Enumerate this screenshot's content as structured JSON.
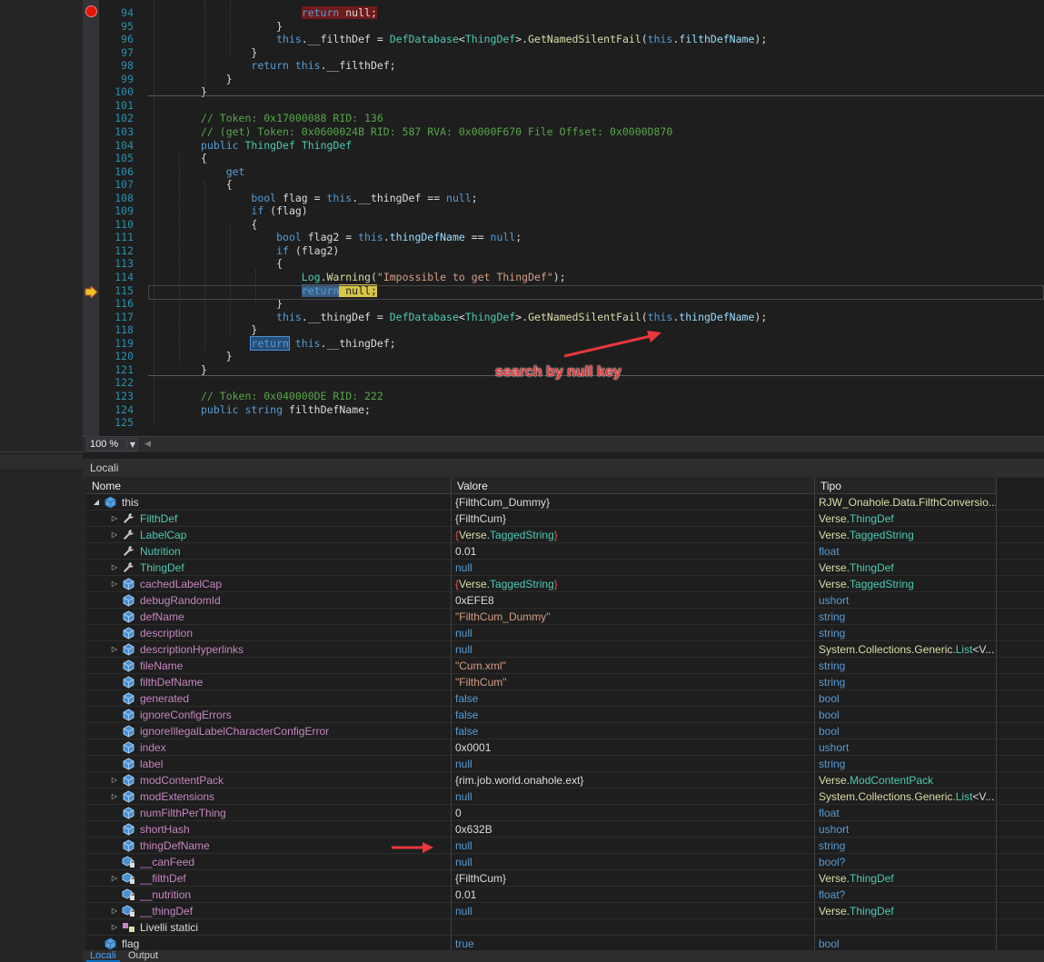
{
  "editor": {
    "zoom": "100 %",
    "lines": [
      {
        "n": "94",
        "html": "                <span class=\"hl-red\"><span class=\"kw\">return</span> null;</span>"
      },
      {
        "n": "95",
        "html": "            }"
      },
      {
        "n": "96",
        "html": "            <span class=\"kw\">this</span>.__filthDef = <span class=\"ty\">DefDatabase</span>&lt;<span class=\"ty\">ThingDef</span>&gt;.<span class=\"fn\">GetNamedSilentFail</span>(<span class=\"kw\">this</span>.<span class=\"pl\">filthDefName</span>);"
      },
      {
        "n": "97",
        "html": "        }"
      },
      {
        "n": "98",
        "html": "        <span class=\"kw\">return</span> <span class=\"kw\">this</span>.__filthDef;"
      },
      {
        "n": "99",
        "html": "    }"
      },
      {
        "n": "100",
        "html": "}"
      },
      {
        "n": "101",
        "html": ""
      },
      {
        "n": "102",
        "html": "<span class=\"cm\">// Token: 0x17000088 RID: 136</span>"
      },
      {
        "n": "103",
        "html": "<span class=\"cm\">// (get) Token: 0x0600024B RID: 587 RVA: 0x0000F670 File Offset: 0x0000D870</span>"
      },
      {
        "n": "104",
        "html": "<span class=\"kw\">public</span> <span class=\"ty\">ThingDef</span> <span class=\"ty\">ThingDef</span>"
      },
      {
        "n": "105",
        "html": "{"
      },
      {
        "n": "106",
        "html": "    <span class=\"kw\">get</span>"
      },
      {
        "n": "107",
        "html": "    {"
      },
      {
        "n": "108",
        "html": "        <span class=\"kw\">bool</span> flag = <span class=\"kw\">this</span>.__thingDef == <span class=\"kw\">null</span>;"
      },
      {
        "n": "109",
        "html": "        <span class=\"kw\">if</span> (flag)"
      },
      {
        "n": "110",
        "html": "        {"
      },
      {
        "n": "111",
        "html": "            <span class=\"kw\">bool</span> flag2 = <span class=\"kw\">this</span>.<span class=\"pl\">thingDefName</span> == <span class=\"kw\">null</span>;"
      },
      {
        "n": "112",
        "html": "            <span class=\"kw\">if</span> (flag2)"
      },
      {
        "n": "113",
        "html": "            {"
      },
      {
        "n": "114",
        "html": "                <span class=\"ty\">Log</span>.<span class=\"fn\">Warning</span>(<span class=\"st\">\"Impossible to get ThingDef\"</span>);"
      },
      {
        "n": "115",
        "html": "                <span class=\"hl-cur\"><span class=\"kw\">return</span></span><span class=\"hl-yel\"> null;</span>"
      },
      {
        "n": "116",
        "html": "            }"
      },
      {
        "n": "117",
        "html": "            <span class=\"kw\">this</span>.__thingDef = <span class=\"ty\">DefDatabase</span>&lt;<span class=\"ty\">ThingDef</span>&gt;.<span class=\"fn\">GetNamedSilentFail</span>(<span class=\"kw\">this</span>.<span class=\"pl\">thingDefName</span>);"
      },
      {
        "n": "118",
        "html": "        }"
      },
      {
        "n": "119",
        "html": "        <span class=\"hl-box\"><span class=\"kw\">return</span></span> <span class=\"kw\">this</span>.__thingDef;"
      },
      {
        "n": "120",
        "html": "    }"
      },
      {
        "n": "121",
        "html": "}"
      },
      {
        "n": "122",
        "html": ""
      },
      {
        "n": "123",
        "html": "<span class=\"cm\">// Token: 0x040000DE RID: 222</span>"
      },
      {
        "n": "124",
        "html": "<span class=\"kw\">public</span> <span class=\"kw\">string</span> filthDefName;"
      },
      {
        "n": "125",
        "html": ""
      }
    ]
  },
  "annotation": {
    "text": "search by null key"
  },
  "locals": {
    "title": "Locali",
    "headers": {
      "name": "Nome",
      "value": "Valore",
      "type": "Tipo"
    },
    "rows": [
      {
        "depth": 0,
        "exp": "open",
        "icon": "object-icon",
        "kind": "plain",
        "name": "this",
        "value": "{FilthCum_Dummy}",
        "vclass": "v-plain",
        "type": "RJW_Onahole.Data.FilthConversio...",
        "tclass": "t-yel"
      },
      {
        "depth": 1,
        "exp": "closed",
        "icon": "wrench-icon",
        "kind": "prop",
        "name": "FilthDef",
        "value": "{FilthCum}",
        "vclass": "v-plain",
        "type": "Verse.ThingDef",
        "tclass": "t-yel"
      },
      {
        "depth": 1,
        "exp": "closed",
        "icon": "wrench-icon",
        "kind": "prop",
        "name": "LabelCap",
        "value": "{Verse.TaggedString}",
        "vclass": "v-err",
        "type": "Verse.TaggedString",
        "tclass": "t-yel"
      },
      {
        "depth": 1,
        "exp": "none",
        "icon": "wrench-icon",
        "kind": "prop",
        "name": "Nutrition",
        "value": "0.01",
        "vclass": "v-plain",
        "type": "float",
        "tclass": "t-blue"
      },
      {
        "depth": 1,
        "exp": "closed",
        "icon": "wrench-icon",
        "kind": "prop",
        "name": "ThingDef",
        "value": "null",
        "vclass": "v-blue",
        "type": "Verse.ThingDef",
        "tclass": "t-yel"
      },
      {
        "depth": 1,
        "exp": "closed",
        "icon": "field-icon",
        "kind": "field",
        "name": "cachedLabelCap",
        "value": "{Verse.TaggedString}",
        "vclass": "v-err",
        "type": "Verse.TaggedString",
        "tclass": "t-yel"
      },
      {
        "depth": 1,
        "exp": "none",
        "icon": "field-icon",
        "kind": "field",
        "name": "debugRandomId",
        "value": "0xEFE8",
        "vclass": "v-plain",
        "type": "ushort",
        "tclass": "t-blue"
      },
      {
        "depth": 1,
        "exp": "none",
        "icon": "field-icon",
        "kind": "field",
        "name": "defName",
        "value": "\"FilthCum_Dummy\"",
        "vclass": "v-str",
        "type": "string",
        "tclass": "t-blue"
      },
      {
        "depth": 1,
        "exp": "none",
        "icon": "field-icon",
        "kind": "field",
        "name": "description",
        "value": "null",
        "vclass": "v-blue",
        "type": "string",
        "tclass": "t-blue"
      },
      {
        "depth": 1,
        "exp": "closed",
        "icon": "field-icon",
        "kind": "field",
        "name": "descriptionHyperlinks",
        "value": "null",
        "vclass": "v-blue",
        "type": "System.Collections.Generic.List<V...",
        "tclass": "t-yel"
      },
      {
        "depth": 1,
        "exp": "none",
        "icon": "field-icon",
        "kind": "field",
        "name": "fileName",
        "value": "\"Cum.xml\"",
        "vclass": "v-str",
        "type": "string",
        "tclass": "t-blue"
      },
      {
        "depth": 1,
        "exp": "none",
        "icon": "field-icon",
        "kind": "field",
        "name": "filthDefName",
        "value": "\"FilthCum\"",
        "vclass": "v-str",
        "type": "string",
        "tclass": "t-blue"
      },
      {
        "depth": 1,
        "exp": "none",
        "icon": "field-icon",
        "kind": "field",
        "name": "generated",
        "value": "false",
        "vclass": "v-blue",
        "type": "bool",
        "tclass": "t-blue"
      },
      {
        "depth": 1,
        "exp": "none",
        "icon": "field-icon",
        "kind": "field",
        "name": "ignoreConfigErrors",
        "value": "false",
        "vclass": "v-blue",
        "type": "bool",
        "tclass": "t-blue"
      },
      {
        "depth": 1,
        "exp": "none",
        "icon": "field-icon",
        "kind": "field",
        "name": "ignoreIllegalLabelCharacterConfigError",
        "value": "false",
        "vclass": "v-blue",
        "type": "bool",
        "tclass": "t-blue"
      },
      {
        "depth": 1,
        "exp": "none",
        "icon": "field-icon",
        "kind": "field",
        "name": "index",
        "value": "0x0001",
        "vclass": "v-plain",
        "type": "ushort",
        "tclass": "t-blue"
      },
      {
        "depth": 1,
        "exp": "none",
        "icon": "field-icon",
        "kind": "field",
        "name": "label",
        "value": "null",
        "vclass": "v-blue",
        "type": "string",
        "tclass": "t-blue"
      },
      {
        "depth": 1,
        "exp": "closed",
        "icon": "field-icon",
        "kind": "field",
        "name": "modContentPack",
        "value": "{rim.job.world.onahole.ext}",
        "vclass": "v-plain",
        "type": "Verse.ModContentPack",
        "tclass": "t-yel"
      },
      {
        "depth": 1,
        "exp": "closed",
        "icon": "field-icon",
        "kind": "field",
        "name": "modExtensions",
        "value": "null",
        "vclass": "v-blue",
        "type": "System.Collections.Generic.List<V...",
        "tclass": "t-yel"
      },
      {
        "depth": 1,
        "exp": "none",
        "icon": "field-icon",
        "kind": "field",
        "name": "numFilthPerThing",
        "value": "0",
        "vclass": "v-plain",
        "type": "float",
        "tclass": "t-blue"
      },
      {
        "depth": 1,
        "exp": "none",
        "icon": "field-icon",
        "kind": "field",
        "name": "shortHash",
        "value": "0x632B",
        "vclass": "v-plain",
        "type": "ushort",
        "tclass": "t-blue"
      },
      {
        "depth": 1,
        "exp": "none",
        "icon": "field-icon",
        "kind": "field",
        "name": "thingDefName",
        "value": "null",
        "vclass": "v-blue",
        "type": "string",
        "tclass": "t-blue"
      },
      {
        "depth": 1,
        "exp": "none",
        "icon": "private-field-icon",
        "kind": "field",
        "name": "__canFeed",
        "value": "null",
        "vclass": "v-blue",
        "type": "bool?",
        "tclass": "t-blue"
      },
      {
        "depth": 1,
        "exp": "closed",
        "icon": "private-field-icon",
        "kind": "field",
        "name": "__filthDef",
        "value": "{FilthCum}",
        "vclass": "v-plain",
        "type": "Verse.ThingDef",
        "tclass": "t-yel"
      },
      {
        "depth": 1,
        "exp": "none",
        "icon": "private-field-icon",
        "kind": "field",
        "name": "__nutrition",
        "value": "0.01",
        "vclass": "v-plain",
        "type": "float?",
        "tclass": "t-blue"
      },
      {
        "depth": 1,
        "exp": "closed",
        "icon": "private-field-icon",
        "kind": "field",
        "name": "__thingDef",
        "value": "null",
        "vclass": "v-blue",
        "type": "Verse.ThingDef",
        "tclass": "t-yel"
      },
      {
        "depth": 1,
        "exp": "closed",
        "icon": "static-members-icon",
        "kind": "plain",
        "name": "Livelli statici",
        "value": "",
        "vclass": "v-plain",
        "type": "",
        "tclass": "t-yel"
      },
      {
        "depth": 0,
        "exp": "none",
        "icon": "object-icon",
        "kind": "plain",
        "name": "flag",
        "value": "true",
        "vclass": "v-blue",
        "type": "bool",
        "tclass": "t-blue"
      }
    ]
  },
  "tabs": {
    "locali": "Locali",
    "output": "Output"
  },
  "colors": {
    "breakpoint": "#e51400",
    "annotation": "#e8383c",
    "accent": "#0e70c0"
  }
}
